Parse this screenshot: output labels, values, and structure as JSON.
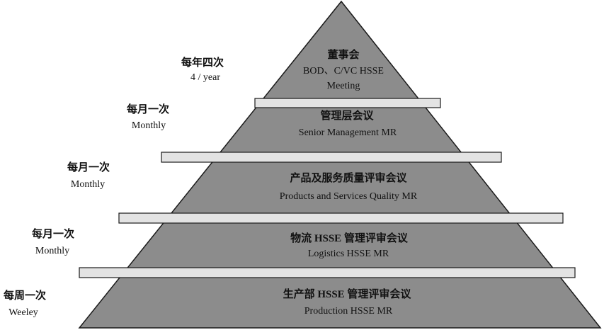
{
  "colors": {
    "pyramid_fill": "#8c8c8c",
    "pyramid_stroke": "#1a1a1a",
    "band_fill": "#e3e3e3",
    "band_stroke": "#1a1a1a",
    "text": "#111111"
  },
  "levels": [
    {
      "id": "board",
      "zh": "董事会",
      "en_lines": [
        "BOD、C/VC HSSE",
        "Meeting"
      ],
      "freq_zh": "每年四次",
      "freq_en": "4 / year"
    },
    {
      "id": "senior",
      "zh": "管理层会议",
      "en_lines": [
        "Senior Management MR"
      ],
      "freq_zh": "每月一次",
      "freq_en": "Monthly"
    },
    {
      "id": "products",
      "zh": "产品及服务质量评审会议",
      "en_lines": [
        "Products and Services Quality MR"
      ],
      "freq_zh": "每月一次",
      "freq_en": "Monthly"
    },
    {
      "id": "logistics",
      "zh": "物流 HSSE 管理评审会议",
      "en_lines": [
        "Logistics HSSE MR"
      ],
      "freq_zh": "每月一次",
      "freq_en": "Monthly"
    },
    {
      "id": "production",
      "zh": "生产部 HSSE 管理评审会议",
      "en_lines": [
        "Production HSSE MR"
      ],
      "freq_zh": "每周一次",
      "freq_en": "Weeley"
    }
  ]
}
